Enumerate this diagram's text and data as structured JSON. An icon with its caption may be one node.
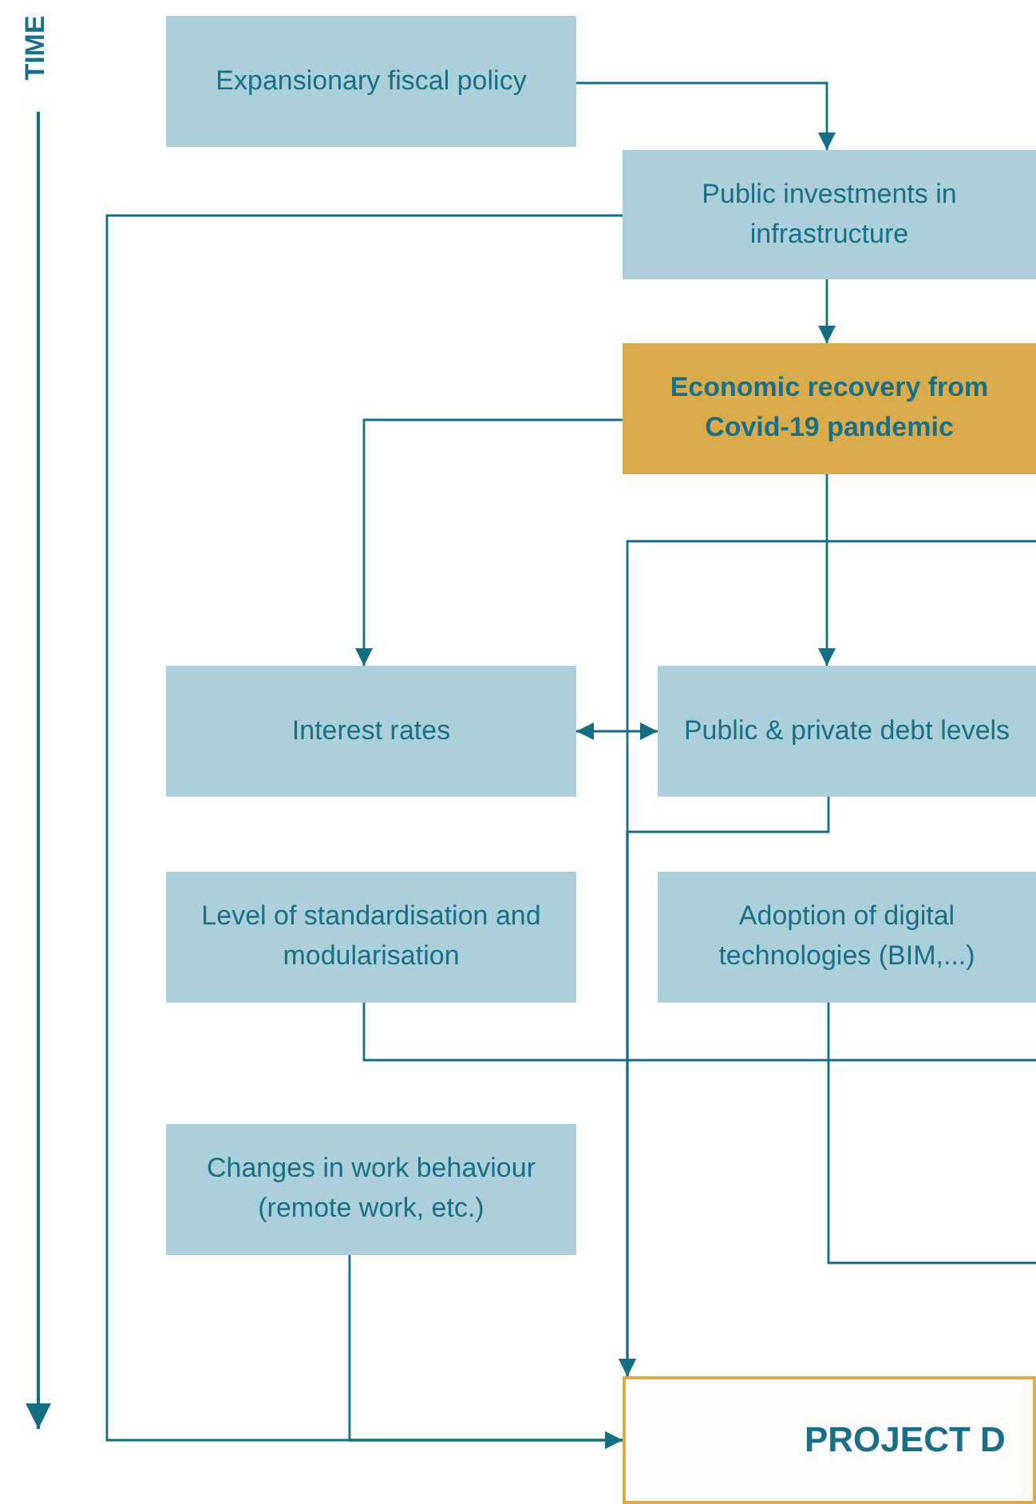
{
  "diagram": {
    "nodes": [
      {
        "text": [
          "Expansionary fiscal policy"
        ]
      },
      {
        "text": [
          "Public investments in infrastructure"
        ]
      },
      {
        "text": [
          "Economic recovery from Covid-19 pandemic"
        ]
      },
      {
        "text": [
          "Interest rates"
        ]
      },
      {
        "text": [
          "Public & private debt levels"
        ]
      },
      {
        "text": [
          "Level of standardisation and modularisation"
        ]
      },
      {
        "text": [
          "Adoption of digital technologies (BIM,...)"
        ]
      },
      {
        "text": [
          "Changes in work behaviour (remote work, etc.)"
        ]
      },
      {
        "text": [
          "PROJECT D"
        ]
      }
    ],
    "edges": [
      {
        "from": 0,
        "to": 1,
        "arrow": "to"
      },
      {
        "from": 1,
        "to": 2,
        "arrow": "to"
      },
      {
        "from": 1,
        "to": 8,
        "arrow": "to"
      },
      {
        "from": 2,
        "to": 3,
        "arrow": "to"
      },
      {
        "from": 2,
        "to": 4,
        "arrow": "to"
      },
      {
        "from": 3,
        "to": 4,
        "arrow": "both"
      },
      {
        "from": 4,
        "to": 8,
        "arrow": "to"
      },
      {
        "from": null,
        "to": 8,
        "arrow": "to"
      },
      {
        "from": 5,
        "to": null,
        "arrow": "none"
      },
      {
        "from": 6,
        "to": null,
        "arrow": "none"
      },
      {
        "from": 7,
        "to": 8,
        "arrow": "to"
      }
    ],
    "labels": [
      "TIME"
    ]
  }
}
